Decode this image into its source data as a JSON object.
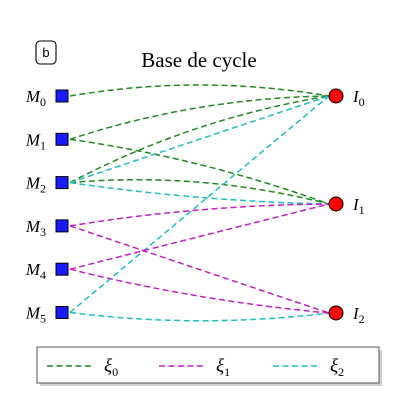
{
  "panel_badge": "b",
  "title": "Base de cycle",
  "left_nodes": [
    {
      "base": "M",
      "sub": "0"
    },
    {
      "base": "M",
      "sub": "1"
    },
    {
      "base": "M",
      "sub": "2"
    },
    {
      "base": "M",
      "sub": "3"
    },
    {
      "base": "M",
      "sub": "4"
    },
    {
      "base": "M",
      "sub": "5"
    }
  ],
  "right_nodes": [
    {
      "base": "I",
      "sub": "0"
    },
    {
      "base": "I",
      "sub": "1"
    },
    {
      "base": "I",
      "sub": "2"
    }
  ],
  "colors": {
    "left_node": "#1a1aff",
    "right_node": "#ff0000",
    "xi0": "#1f8a1f",
    "xi1": "#c21fc2",
    "xi2": "#1fbfbf"
  },
  "legend": [
    {
      "base": "ξ",
      "sub": "0",
      "color_key": "xi0"
    },
    {
      "base": "ξ",
      "sub": "1",
      "color_key": "xi1"
    },
    {
      "base": "ξ",
      "sub": "2",
      "color_key": "xi2"
    }
  ],
  "edges": [
    {
      "from": 0,
      "to": 0,
      "color_key": "xi0"
    },
    {
      "from": 1,
      "to": 0,
      "color_key": "xi0"
    },
    {
      "from": 2,
      "to": 0,
      "color_key": "xi0"
    },
    {
      "from": 1,
      "to": 1,
      "color_key": "xi0"
    },
    {
      "from": 2,
      "to": 1,
      "color_key": "xi0"
    },
    {
      "from": 2,
      "to": 0,
      "color_key": "xi2"
    },
    {
      "from": 5,
      "to": 0,
      "color_key": "xi2"
    },
    {
      "from": 2,
      "to": 1,
      "color_key": "xi2"
    },
    {
      "from": 5,
      "to": 2,
      "color_key": "xi2"
    },
    {
      "from": 3,
      "to": 1,
      "color_key": "xi1"
    },
    {
      "from": 4,
      "to": 1,
      "color_key": "xi1"
    },
    {
      "from": 3,
      "to": 2,
      "color_key": "xi1"
    },
    {
      "from": 4,
      "to": 2,
      "color_key": "xi1"
    }
  ]
}
